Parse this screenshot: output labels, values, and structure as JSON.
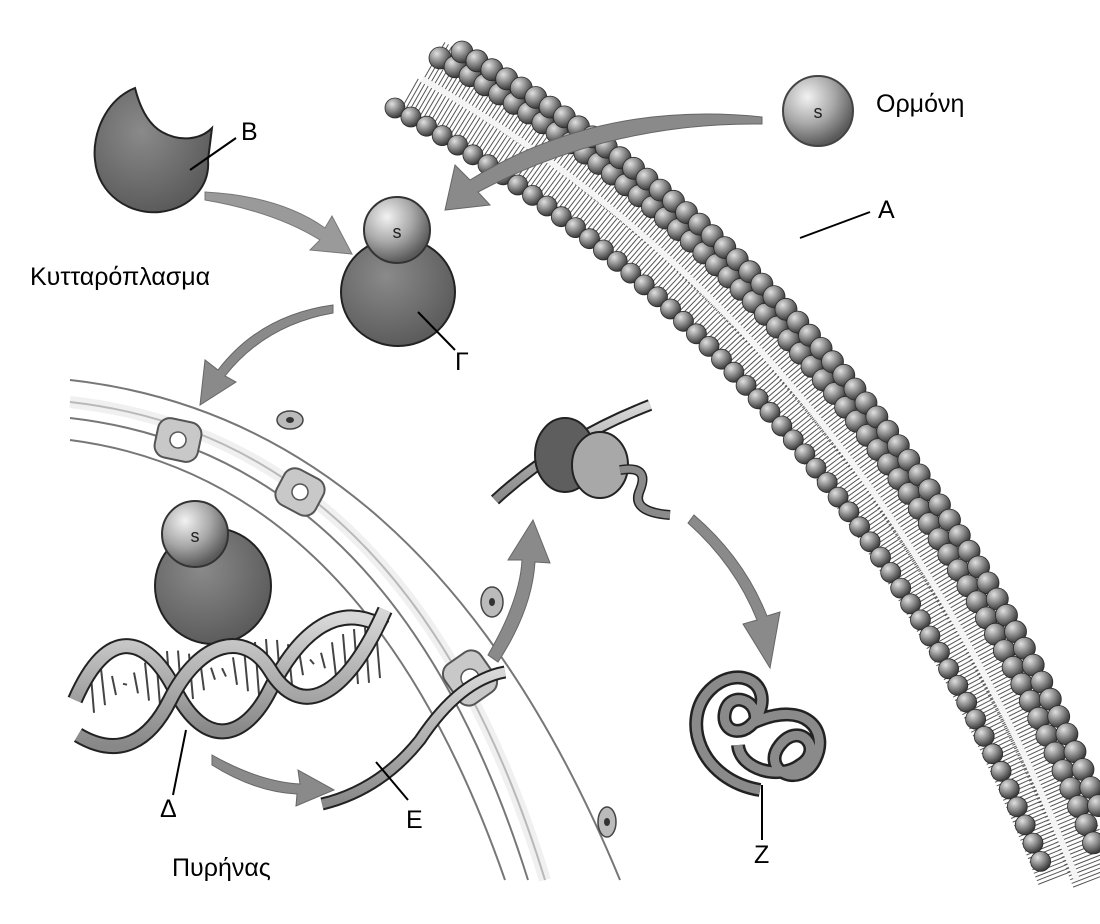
{
  "labels": {
    "hormone": "Ορμόνη",
    "cytoplasm": "Κυτταρόπλασμα",
    "nucleus": "Πυρήνας",
    "A": "A",
    "B": "B",
    "G": "Γ",
    "D": "Δ",
    "E": "E",
    "Z": "Z"
  },
  "symbols": {
    "hormone_letter": "s"
  },
  "colors": {
    "ink": "#000000",
    "membrane_heads": "#7d7d7d",
    "receptor": "#6e6e6e",
    "arrow": "#8c8c8c",
    "hormone_ball": "#b4b4b4",
    "nuclear_pore": "#c8c8c8",
    "background": "#ffffff"
  }
}
